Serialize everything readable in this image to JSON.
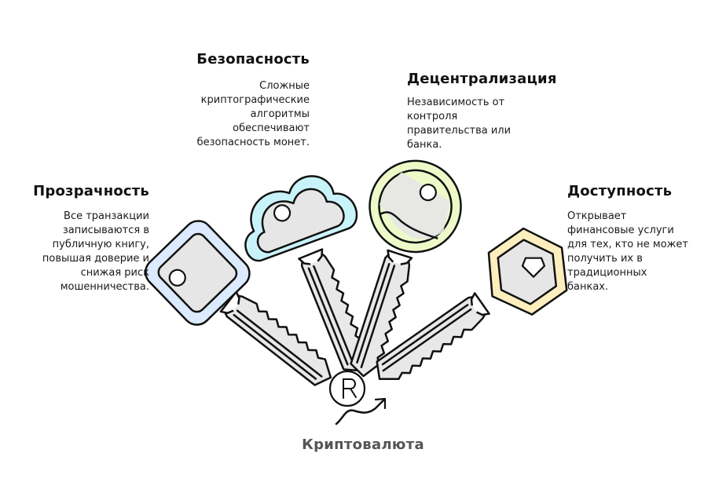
{
  "center": {
    "label": "Криптовалюта",
    "icon": "ruble-growth-icon"
  },
  "features": [
    {
      "id": "transparency",
      "title": "Прозрачность",
      "description": "Все транзакции\nзаписываются в\nпубличную книгу,\nповышая доверие и\nснижая риск\nмошенничества.",
      "key_color": "#dbeafe",
      "key_shape": "square"
    },
    {
      "id": "security",
      "title": "Безопасность",
      "description": "Сложные\nкриптографические\nалгоритмы\nобеспечивают\nбезопасность монет.",
      "key_color": "#c9f3fb",
      "key_shape": "cloud"
    },
    {
      "id": "decentralization",
      "title": "Децентрализация",
      "description": "Независимость от\nконтроля\nправительства или\nбанка.",
      "key_color": "#eef9c8",
      "key_shape": "round"
    },
    {
      "id": "accessibility",
      "title": "Доступность",
      "description": "Открывает\nфинансовые услуги\nдля тех, кто не может\nполучить их в\nтрадиционных\nбанках.",
      "key_color": "#fdeebd",
      "key_shape": "hexagon"
    }
  ]
}
